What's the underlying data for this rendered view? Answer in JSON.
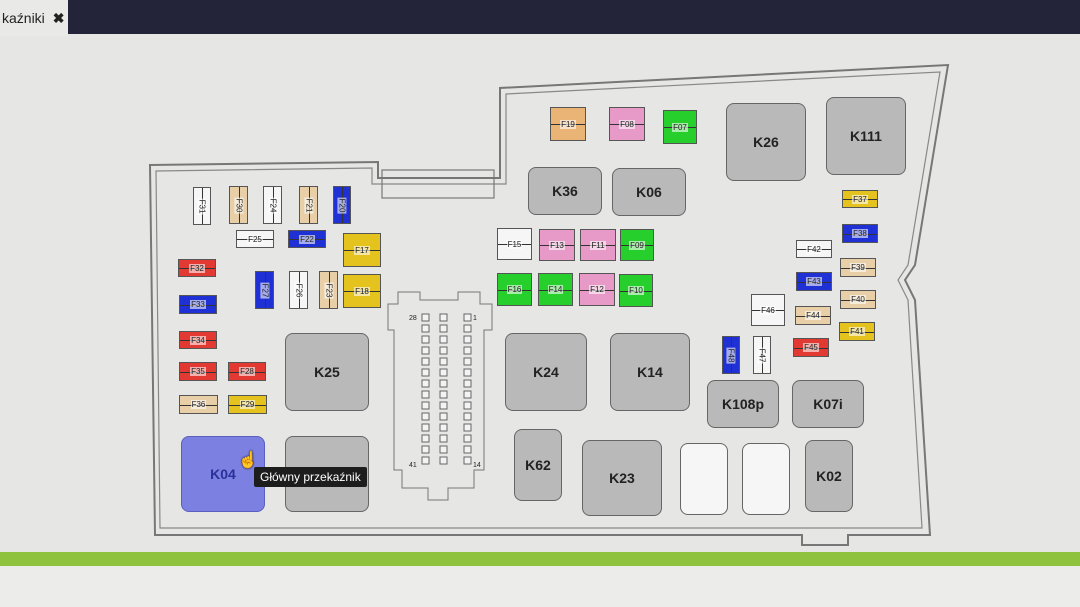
{
  "tab": {
    "title": "kaźniki",
    "close": "✖"
  },
  "tooltip": "Główny przekaźnik",
  "colors": {
    "red": "#e23a32",
    "blue": "#1f30d4",
    "tan": "#e9cfa8",
    "orange": "#eab476",
    "pink": "#e79ac8",
    "green": "#26cf2c",
    "yellow": "#e4c31e",
    "white": "#f6f6f6",
    "relay": "#b9b9b9",
    "selected": "#7c80e0"
  },
  "fuses": [
    {
      "id": "F19",
      "color": "orange"
    },
    {
      "id": "F08",
      "color": "pink"
    },
    {
      "id": "F07",
      "color": "green"
    },
    {
      "id": "F15",
      "color": "white"
    },
    {
      "id": "F13",
      "color": "pink"
    },
    {
      "id": "F11",
      "color": "pink"
    },
    {
      "id": "F09",
      "color": "green"
    },
    {
      "id": "F16",
      "color": "green"
    },
    {
      "id": "F14",
      "color": "green"
    },
    {
      "id": "F12",
      "color": "pink"
    },
    {
      "id": "F10",
      "color": "green"
    },
    {
      "id": "F31",
      "color": "white"
    },
    {
      "id": "F30",
      "color": "tan"
    },
    {
      "id": "F24",
      "color": "white"
    },
    {
      "id": "F21",
      "color": "tan"
    },
    {
      "id": "F20",
      "color": "blue"
    },
    {
      "id": "F25",
      "color": "white"
    },
    {
      "id": "F22",
      "color": "blue"
    },
    {
      "id": "F17",
      "color": "yellow"
    },
    {
      "id": "F18",
      "color": "yellow"
    },
    {
      "id": "F32",
      "color": "red"
    },
    {
      "id": "F33",
      "color": "blue"
    },
    {
      "id": "F34",
      "color": "red"
    },
    {
      "id": "F35",
      "color": "red"
    },
    {
      "id": "F28",
      "color": "red"
    },
    {
      "id": "F36",
      "color": "tan"
    },
    {
      "id": "F29",
      "color": "yellow"
    },
    {
      "id": "F27",
      "color": "blue"
    },
    {
      "id": "F26",
      "color": "white"
    },
    {
      "id": "F23",
      "color": "tan"
    },
    {
      "id": "F37",
      "color": "yellow"
    },
    {
      "id": "F38",
      "color": "blue"
    },
    {
      "id": "F42",
      "color": "white"
    },
    {
      "id": "F39",
      "color": "tan"
    },
    {
      "id": "F43",
      "color": "blue"
    },
    {
      "id": "F40",
      "color": "tan"
    },
    {
      "id": "F46",
      "color": "white"
    },
    {
      "id": "F44",
      "color": "tan"
    },
    {
      "id": "F41",
      "color": "yellow"
    },
    {
      "id": "F48",
      "color": "blue"
    },
    {
      "id": "F47",
      "color": "white"
    },
    {
      "id": "F45",
      "color": "red"
    }
  ],
  "relays": [
    {
      "id": "K26"
    },
    {
      "id": "K111"
    },
    {
      "id": "K36"
    },
    {
      "id": "K06"
    },
    {
      "id": "K25"
    },
    {
      "id": "K04",
      "selected": true
    },
    {
      "id": ""
    },
    {
      "id": "K24"
    },
    {
      "id": "K14"
    },
    {
      "id": "K62"
    },
    {
      "id": "K23"
    },
    {
      "id": "K108p"
    },
    {
      "id": "K07i"
    },
    {
      "id": "K02"
    },
    {
      "id": "",
      "empty": true
    },
    {
      "id": "",
      "empty": true
    }
  ],
  "connector": {
    "pin_labels": [
      "28",
      "1",
      "41",
      "14"
    ],
    "rows": 14,
    "columns": 3
  }
}
